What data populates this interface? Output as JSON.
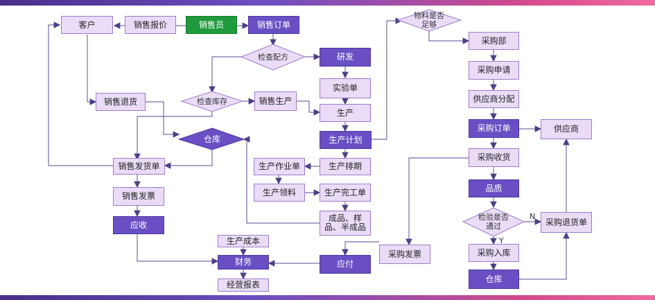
{
  "nodes": {
    "kehu": "客户",
    "xiaoshou_baojia": "销售报价",
    "xiaoshouyuan": "销售员",
    "xiaoshou_dingdan": "销售订单",
    "jiancha_peifang": "检查配方",
    "yanfa": "研发",
    "jiancha_kucun": "检查库存",
    "shiyandan": "实验单",
    "xiaoshou_shengchan": "销售生产",
    "shengchan": "生产",
    "xiaoshou_tuihuo": "销售退货",
    "cangku_left": "仓库",
    "shengchan_jihua": "生产计划",
    "xiaoshou_fahuodan": "销售发货单",
    "shengchan_zuoyedan": "生产作业单",
    "shengchan_paiqi": "生产排期",
    "xiaoshou_fapiao": "销售发票",
    "shengchan_lingliao": "生产领料",
    "shengchan_wangongdan": "生产完工单",
    "yingshou": "应收",
    "chengpin": "成品、样品、半成品",
    "shengchan_chengben": "生产成本",
    "caiwu": "财务",
    "yingfu": "应付",
    "jingying_baobiao": "经营报表",
    "wuliao_zugou": "物料是否足够",
    "caigoubu": "采购部",
    "caigou_shenqing": "采购申请",
    "gongyingshang_fenpei": "供应商分配",
    "caigou_dingdan": "采购订单",
    "gongyingshang": "供应商",
    "caigou_shouhuo": "采购收货",
    "pinzhi": "品质",
    "jianyan_tongguo": "检验是否通过",
    "caigou_tuihuodan": "采购退货单",
    "caigou_fapiao": "采购发票",
    "caigou_ruku": "采购入库",
    "cangku_right": "仓库"
  },
  "labels": {
    "no": "N",
    "yes": "Y"
  },
  "colors": {
    "light": "#eadcf7",
    "dark": "#6a4fc4",
    "green": "#1f9a3c",
    "line": "#7a6aa8"
  }
}
